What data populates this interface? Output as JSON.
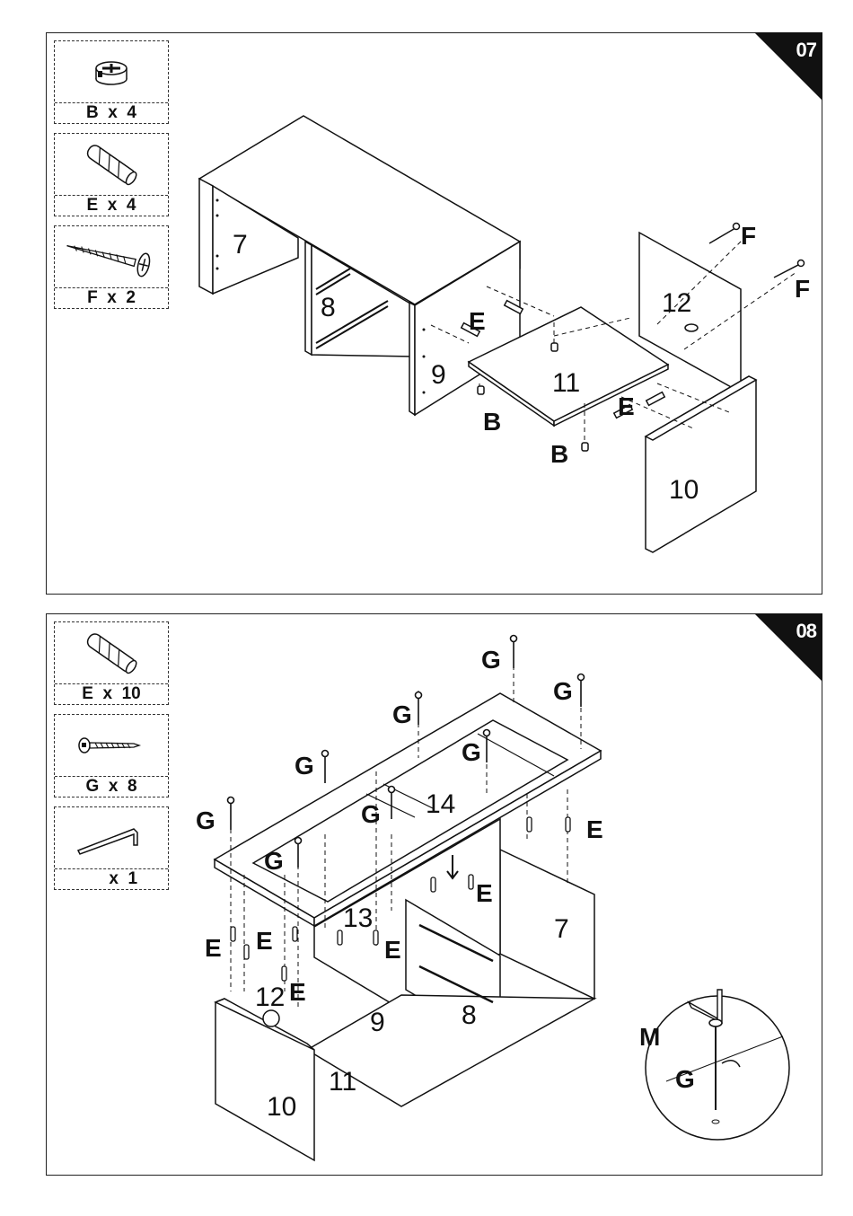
{
  "steps": [
    {
      "number": "07",
      "parts": [
        {
          "icon": "cam-lock-icon",
          "qty": "B  x  4"
        },
        {
          "icon": "dowel-icon",
          "qty": "E  x  4"
        },
        {
          "icon": "wood-screw-icon",
          "qty": "F  x  2"
        }
      ],
      "labels": {
        "p7": "7",
        "p8": "8",
        "p9": "9",
        "p10": "10",
        "p11": "11",
        "p12": "12",
        "b": "B",
        "e": "E",
        "f": "F"
      }
    },
    {
      "number": "08",
      "parts": [
        {
          "icon": "dowel-icon",
          "qty": "E  x  10"
        },
        {
          "icon": "hex-screw-icon",
          "qty": "G  x  8"
        },
        {
          "icon": "allen-key-icon",
          "qty": "     x  1"
        }
      ],
      "labels": {
        "p7": "7",
        "p8": "8",
        "p9": "9",
        "p10": "10",
        "p11": "11",
        "p12": "12",
        "p13": "13",
        "p14": "14",
        "e": "E",
        "g": "G",
        "m": "M"
      }
    }
  ]
}
